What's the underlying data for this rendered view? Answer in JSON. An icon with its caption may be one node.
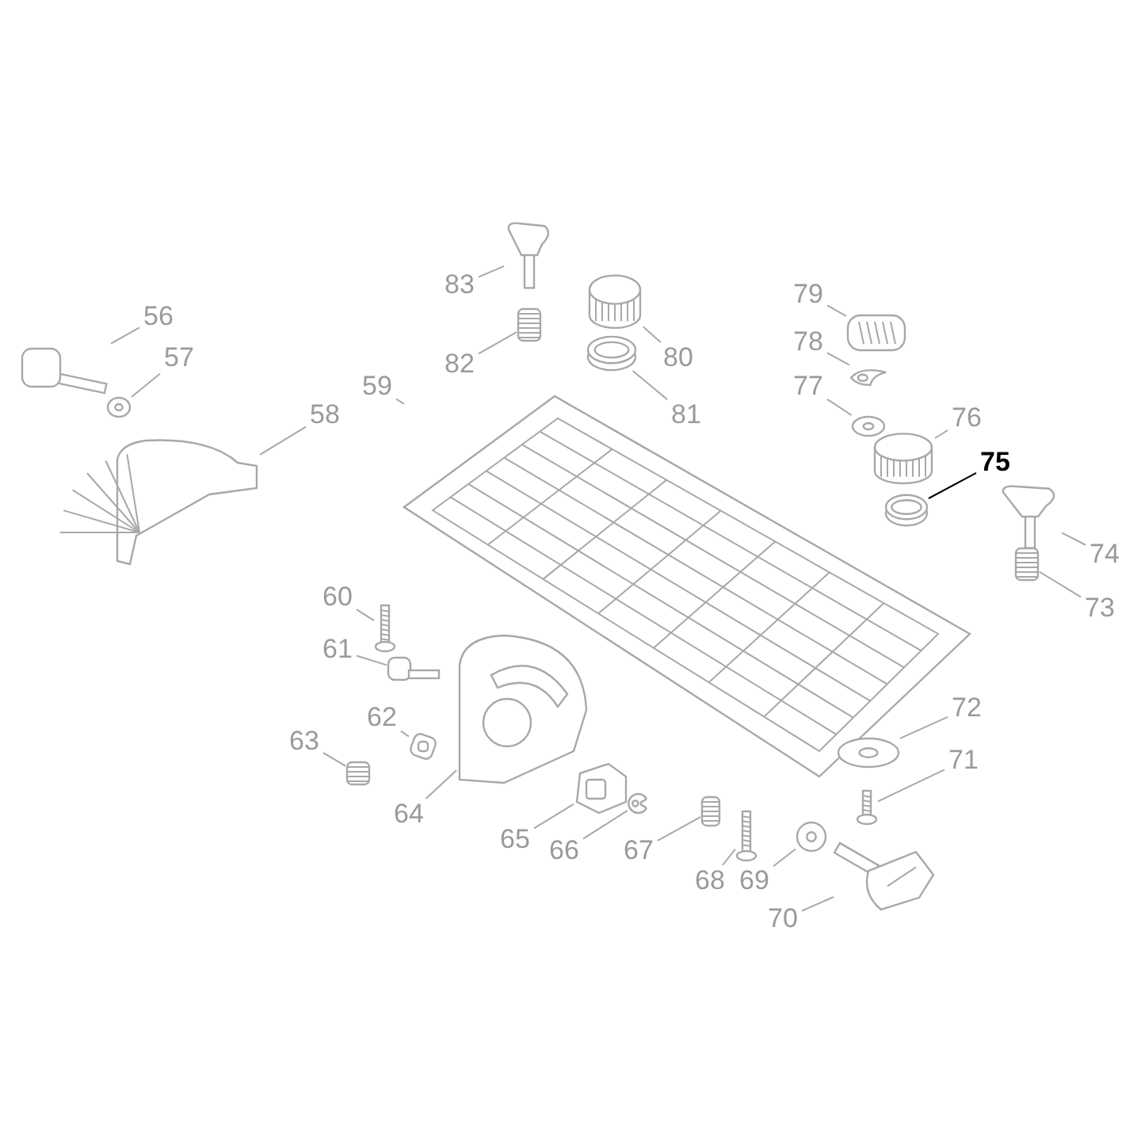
{
  "diagram": {
    "nodes": [
      {
        "text": [
          "56"
        ]
      },
      {
        "text": [
          "57"
        ]
      },
      {
        "text": [
          "58"
        ]
      },
      {
        "text": [
          "59"
        ]
      },
      {
        "text": [
          "60"
        ]
      },
      {
        "text": [
          "61"
        ]
      },
      {
        "text": [
          "62"
        ]
      },
      {
        "text": [
          "63"
        ]
      },
      {
        "text": [
          "64"
        ]
      },
      {
        "text": [
          "65"
        ]
      },
      {
        "text": [
          "66"
        ]
      },
      {
        "text": [
          "67"
        ]
      },
      {
        "text": [
          "68"
        ]
      },
      {
        "text": [
          "69"
        ]
      },
      {
        "text": [
          "70"
        ]
      },
      {
        "text": [
          "71"
        ]
      },
      {
        "text": [
          "72"
        ]
      },
      {
        "text": [
          "73"
        ]
      },
      {
        "text": [
          "74"
        ]
      },
      {
        "text": [
          "75"
        ]
      },
      {
        "text": [
          "76"
        ]
      },
      {
        "text": [
          "77"
        ]
      },
      {
        "text": [
          "78"
        ]
      },
      {
        "text": [
          "79"
        ]
      },
      {
        "text": [
          "80"
        ]
      },
      {
        "text": [
          "81"
        ]
      },
      {
        "text": [
          "82"
        ]
      },
      {
        "text": [
          "83"
        ]
      },
      {
        "text": [],
        "shape": "picture"
      },
      {
        "text": [],
        "shape": "picture"
      },
      {
        "text": [],
        "shape": "picture"
      },
      {
        "text": [],
        "shape": "picture"
      },
      {
        "text": [],
        "shape": "picture"
      },
      {
        "text": [],
        "shape": "picture"
      },
      {
        "text": [],
        "shape": "picture"
      },
      {
        "text": [],
        "shape": "picture"
      },
      {
        "text": [],
        "shape": "picture"
      },
      {
        "text": [],
        "shape": "picture"
      },
      {
        "text": [],
        "shape": "picture"
      },
      {
        "text": [],
        "shape": "picture"
      },
      {
        "text": [],
        "shape": "picture"
      },
      {
        "text": [],
        "shape": "picture"
      },
      {
        "text": [],
        "shape": "picture"
      },
      {
        "text": [],
        "shape": "picture"
      },
      {
        "text": [],
        "shape": "picture"
      },
      {
        "text": [],
        "shape": "picture"
      },
      {
        "text": [],
        "shape": "picture"
      },
      {
        "text": [],
        "shape": "picture"
      },
      {
        "text": [],
        "shape": "picture"
      },
      {
        "text": [],
        "shape": "picture"
      },
      {
        "text": [],
        "shape": "picture"
      },
      {
        "text": [],
        "shape": "picture"
      },
      {
        "text": [],
        "shape": "picture"
      },
      {
        "text": [],
        "shape": "picture"
      },
      {
        "text": [],
        "shape": "picture"
      },
      {
        "text": [],
        "shape": "picture"
      }
    ],
    "edges": [
      {
        "from": 0,
        "to": 28,
        "arrow": "none"
      },
      {
        "from": 1,
        "to": 29,
        "arrow": "none"
      },
      {
        "from": 2,
        "to": 30,
        "arrow": "none"
      },
      {
        "from": 3,
        "to": 31,
        "arrow": "none"
      },
      {
        "from": 4,
        "to": 32,
        "arrow": "none"
      },
      {
        "from": 5,
        "to": 33,
        "arrow": "none"
      },
      {
        "from": 6,
        "to": 34,
        "arrow": "none"
      },
      {
        "from": 7,
        "to": 35,
        "arrow": "none"
      },
      {
        "from": 8,
        "to": 36,
        "arrow": "none"
      },
      {
        "from": 9,
        "to": 37,
        "arrow": "none"
      },
      {
        "from": 10,
        "to": 38,
        "arrow": "none"
      },
      {
        "from": 11,
        "to": 39,
        "arrow": "none"
      },
      {
        "from": 12,
        "to": 40,
        "arrow": "none"
      },
      {
        "from": 13,
        "to": 41,
        "arrow": "none"
      },
      {
        "from": 14,
        "to": 42,
        "arrow": "none"
      },
      {
        "from": 15,
        "to": 43,
        "arrow": "none"
      },
      {
        "from": 16,
        "to": 44,
        "arrow": "none"
      },
      {
        "from": 17,
        "to": 45,
        "arrow": "none"
      },
      {
        "from": 18,
        "to": 46,
        "arrow": "none"
      },
      {
        "from": 19,
        "to": 47,
        "arrow": "none",
        "color": "#000000"
      },
      {
        "from": 20,
        "to": 48,
        "arrow": "none"
      },
      {
        "from": 21,
        "to": 49,
        "arrow": "none"
      },
      {
        "from": 22,
        "to": 50,
        "arrow": "none"
      },
      {
        "from": 23,
        "to": 51,
        "arrow": "none"
      },
      {
        "from": 24,
        "to": 52,
        "arrow": "none"
      },
      {
        "from": 25,
        "to": 53,
        "arrow": "none"
      },
      {
        "from": 26,
        "to": 54,
        "arrow": "none"
      },
      {
        "from": 27,
        "to": 55,
        "arrow": "none"
      }
    ]
  }
}
